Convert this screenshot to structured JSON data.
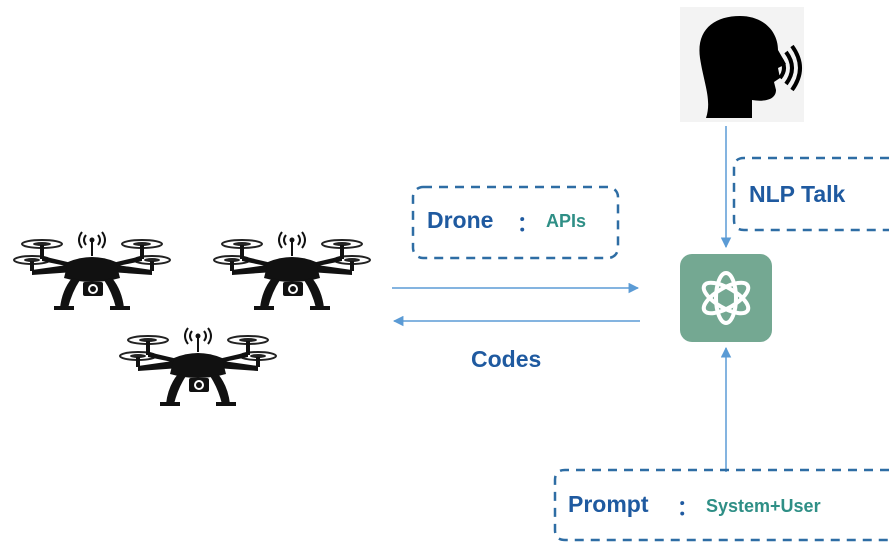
{
  "labels": {
    "drone_box": {
      "title": "Drone",
      "separator": "：",
      "value": "APIs"
    },
    "nlp_box": {
      "title": "NLP Talk"
    },
    "codes": {
      "title": "Codes"
    },
    "prompt_box": {
      "title": "Prompt",
      "separator": "：",
      "value": "System+User"
    }
  },
  "icons": {
    "drones": [
      "drone-icon",
      "drone-icon",
      "drone-icon"
    ],
    "speaker": "speaking-person-icon",
    "assistant": "chatgpt-logo-icon"
  },
  "colors": {
    "text_main": "#1f5aa0",
    "text_accent": "#2f8f86",
    "box_border": "#2e6da4",
    "arrow": "#5b9bd5",
    "logo_bg": "#74a892"
  }
}
